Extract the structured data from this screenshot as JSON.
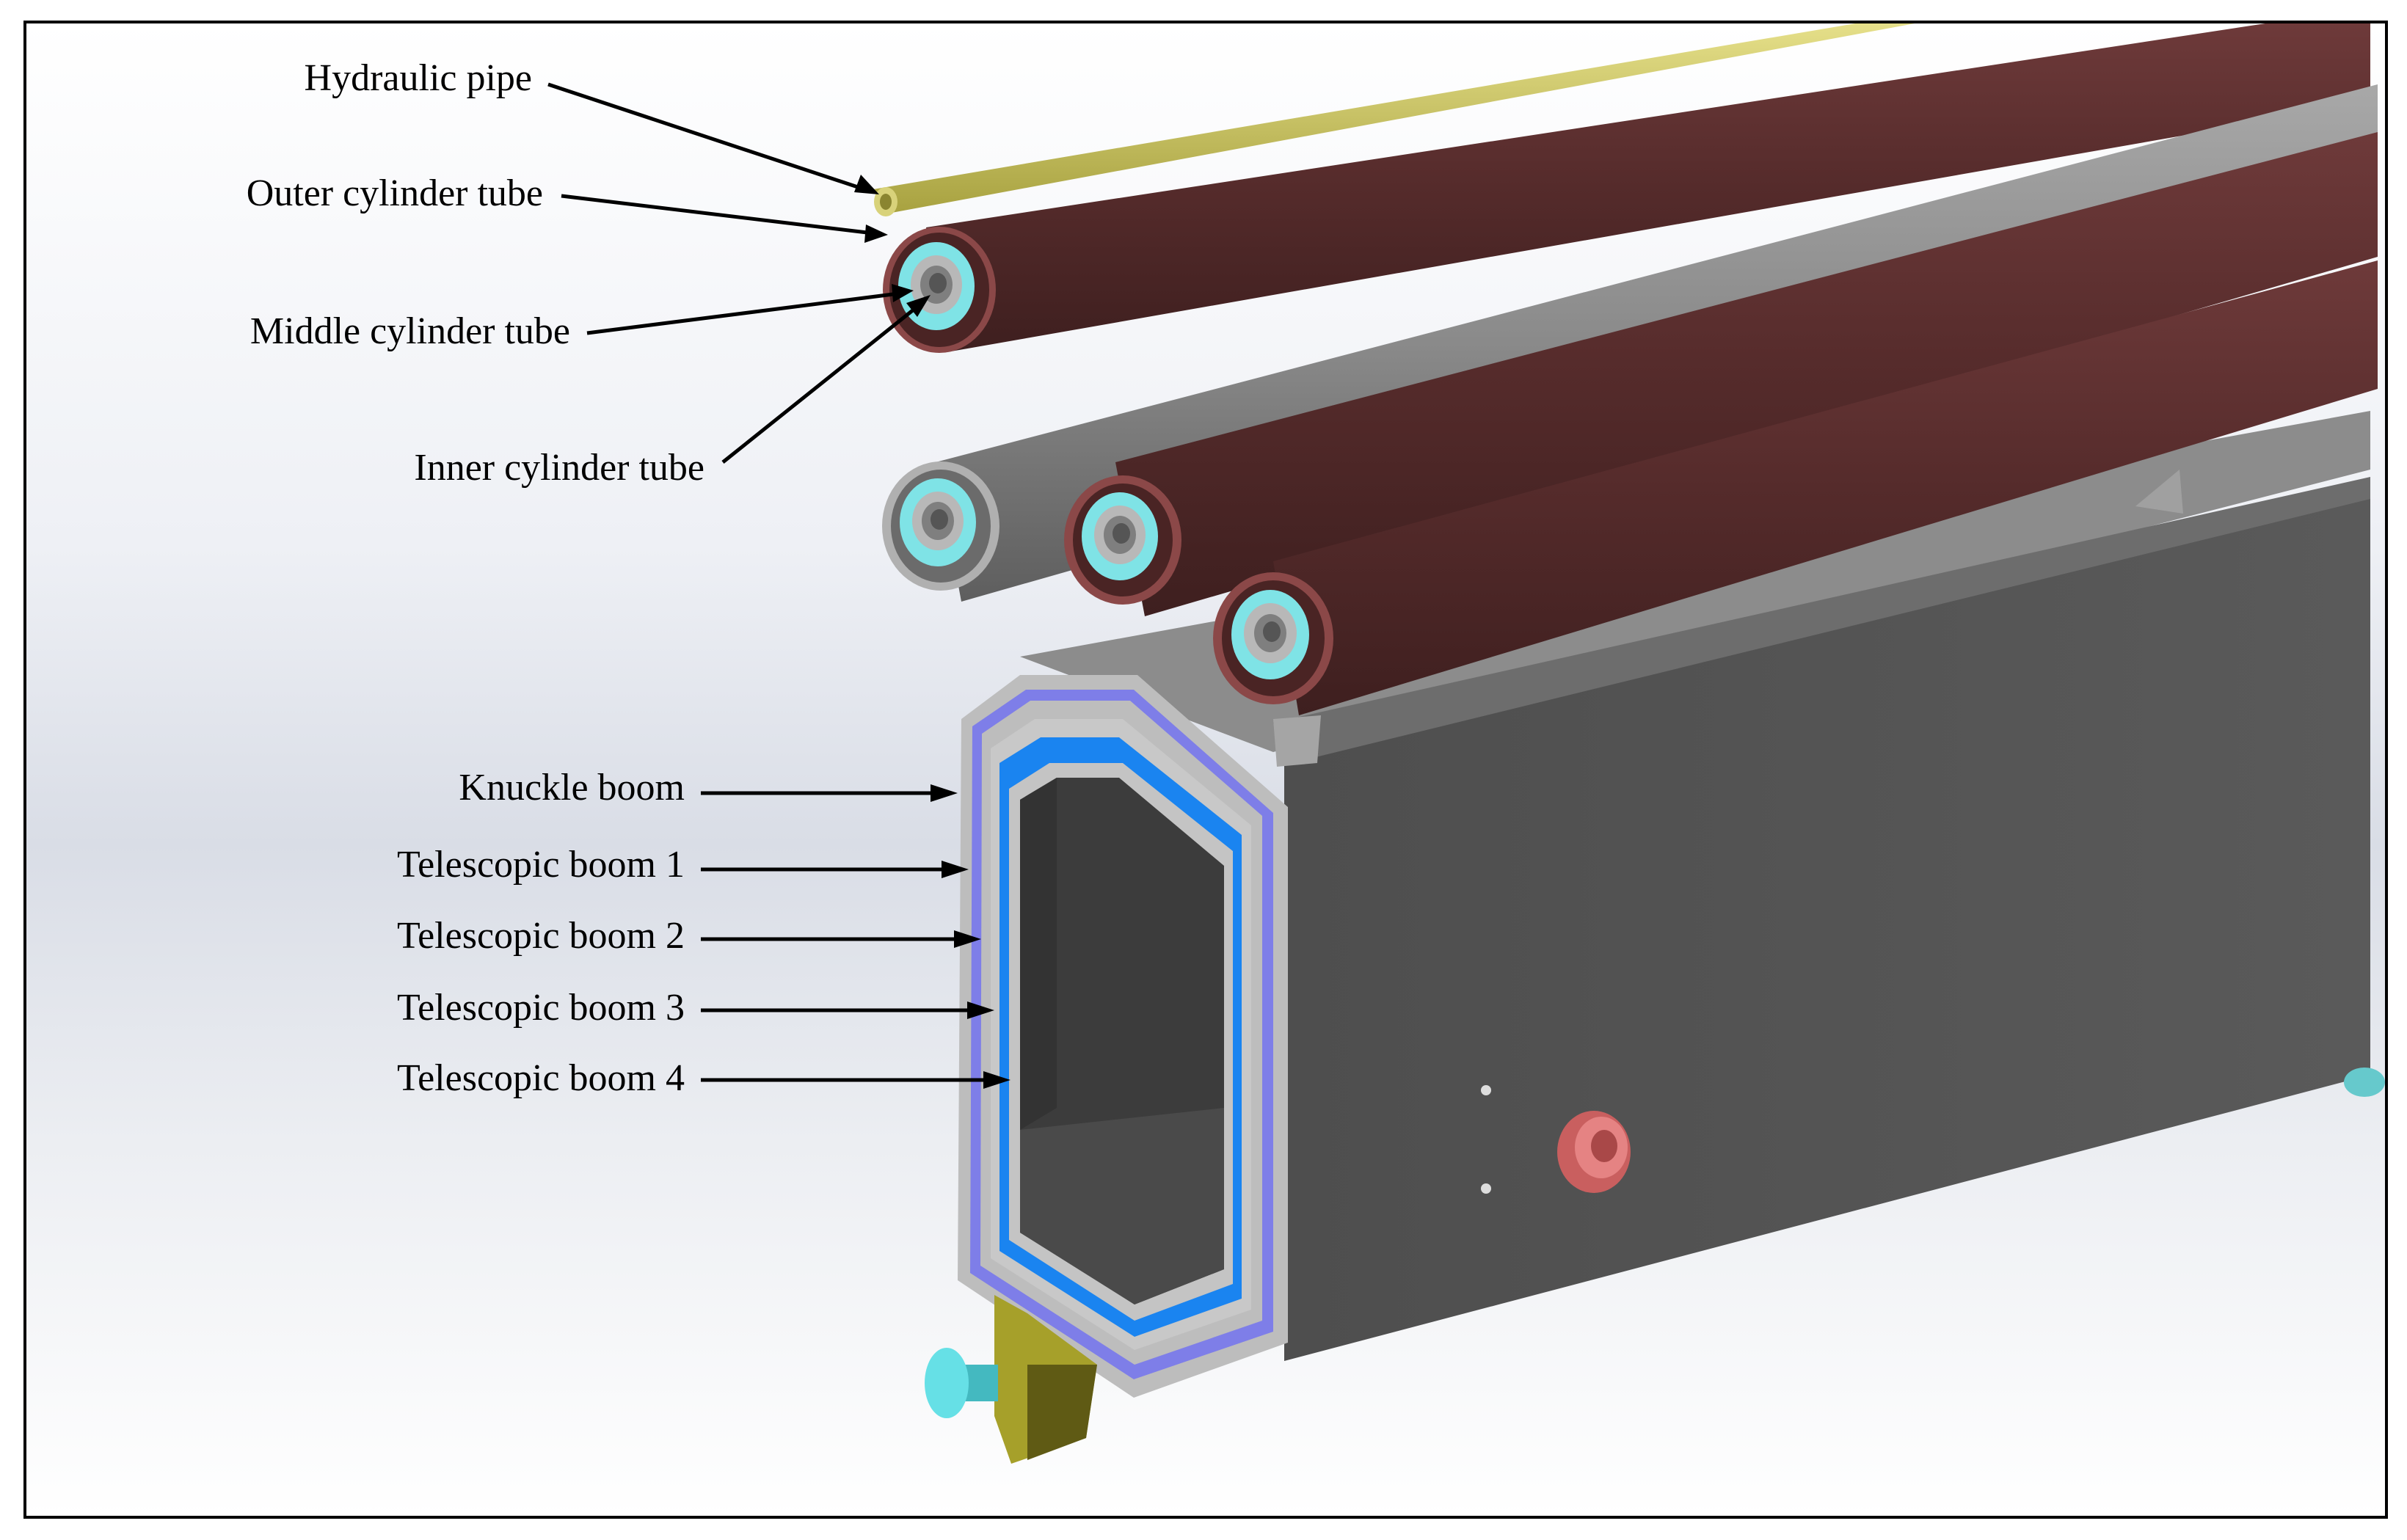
{
  "colors": {
    "hydraulic_pipe": "#c9c46a",
    "outer_cylinder": "#5a2e2e",
    "middle_cylinder": "#7fe3e6",
    "inner_cylinder": "#9a9a9a",
    "boom_body": "#535353",
    "boom_edge": "#bdbdbd",
    "knuckle_boom_liner": "#7e7ee8",
    "telescopic_boom_3_liner": "#1a84f0",
    "pin_boss": "#e27474",
    "bracket": "#a6a02a",
    "pin": "#66e0e6"
  },
  "labels": {
    "hydraulic_pipe": "Hydraulic pipe",
    "outer_cylinder_tube": "Outer cylinder tube",
    "middle_cylinder_tube": "Middle cylinder tube",
    "inner_cylinder_tube": "Inner cylinder tube",
    "knuckle_boom": "Knuckle boom",
    "telescopic_boom_1": "Telescopic boom 1",
    "telescopic_boom_2": "Telescopic boom 2",
    "telescopic_boom_3": "Telescopic boom 3",
    "telescopic_boom_4": "Telescopic boom 4"
  }
}
